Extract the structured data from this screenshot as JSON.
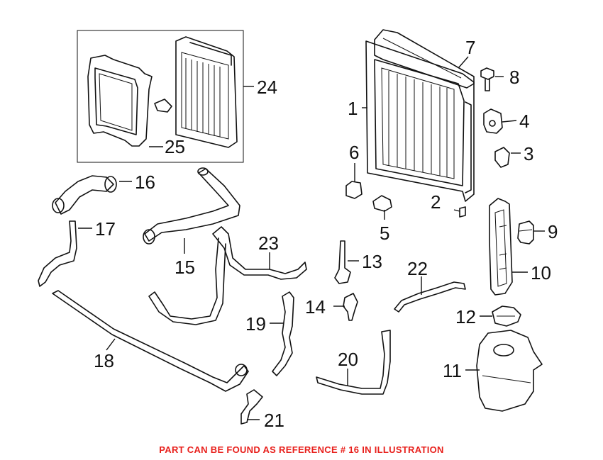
{
  "callouts": {
    "c1": "1",
    "c2": "2",
    "c3": "3",
    "c4": "4",
    "c5": "5",
    "c6": "6",
    "c7": "7",
    "c8": "8",
    "c9": "9",
    "c10": "10",
    "c11": "11",
    "c12": "12",
    "c13": "13",
    "c14": "14",
    "c15": "15",
    "c16": "16",
    "c17": "17",
    "c18": "18",
    "c19": "19",
    "c20": "20",
    "c21": "21",
    "c22": "22",
    "c23": "23",
    "c24": "24",
    "c25": "25"
  },
  "note": {
    "text": "PART CAN BE FOUND AS REFERENCE # 16 IN ILLUSTRATION",
    "color": "#e8201c"
  }
}
